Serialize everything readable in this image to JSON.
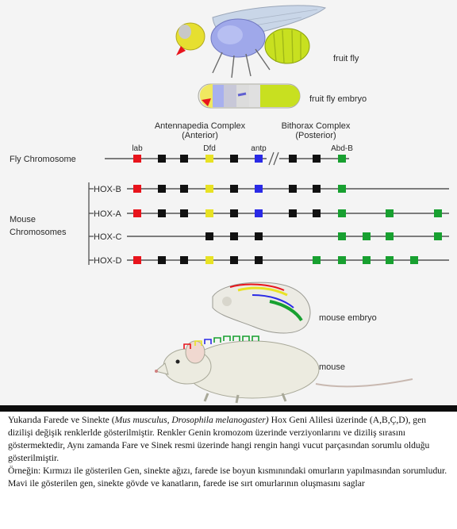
{
  "figure": {
    "labels": {
      "fruit_fly": "fruit fly",
      "fruit_fly_embryo": "fruit fly embryo",
      "antennapedia_line1": "Antennapedia Complex",
      "antennapedia_line2": "(Anterior)",
      "bithorax_line1": "Bithorax Complex",
      "bithorax_line2": "(Posterior)",
      "fly_chromosome": "Fly Chromosome",
      "mouse_chromosomes_line1": "Mouse",
      "mouse_chromosomes_line2": "Chromosomes",
      "mouse_embryo": "mouse embryo",
      "mouse": "mouse"
    },
    "fly_gene_labels": [
      "lab",
      "Dfd",
      "antp",
      "Abd-B"
    ],
    "hox_clusters": [
      "HOX-B",
      "HOX-A",
      "HOX-C",
      "HOX-D"
    ],
    "gene_colors": {
      "red": "#e8141c",
      "black": "#111111",
      "yellow": "#e8e224",
      "blue": "#2a2ae6",
      "green": "#18a030"
    },
    "fly_chromosome_genes": [
      "red",
      "black",
      "black",
      "yellow",
      "black",
      "blue",
      "black",
      "black",
      "green"
    ],
    "mouse_chromosome_genes": {
      "HOX-B": [
        "red",
        "black",
        "black",
        "yellow",
        "black",
        "blue",
        "black",
        "black",
        "green"
      ],
      "HOX-A": [
        "red",
        "black",
        "black",
        "yellow",
        "black",
        "blue",
        "black",
        "black",
        "green",
        "green",
        "green"
      ],
      "HOX-C": [
        "black",
        "black",
        "black",
        "green",
        "green",
        "green",
        "green"
      ],
      "HOX-D": [
        "red",
        "black",
        "black",
        "yellow",
        "black",
        "black",
        "green",
        "green",
        "green",
        "green",
        "green"
      ]
    }
  },
  "caption": {
    "p1_before_italic": "Yukarıda Farede  ve Sinekte (",
    "p1_italic": "Mus musculus, Drosophila melanogaster)",
    "p1_after_italic": " Hox Geni Alilesi üzerinde (A,B,Ç,D),  gen dizilişi değişik renklerlde gösterilmiştir. Renkler  Genin kromozom üzerinde verziyonlarını ve diziliş sırasını göstermektedir, Aynı zamanda Fare ve Sinek resmi üzerinde hangi rengin hangi vucut parçasından sorumlu olduğu gösterilmiştir.",
    "p2": "Örneğin: Kırmızı ile gösterilen Gen, sinekte ağızı, farede ise boyun kısmınındaki omurların yapılmasından sorumludur.",
    "p3": "Mavi ile  gösterilen gen, sinekte gövde ve kanatların, farede ise sırt omurlarının oluşmasını saglar"
  }
}
